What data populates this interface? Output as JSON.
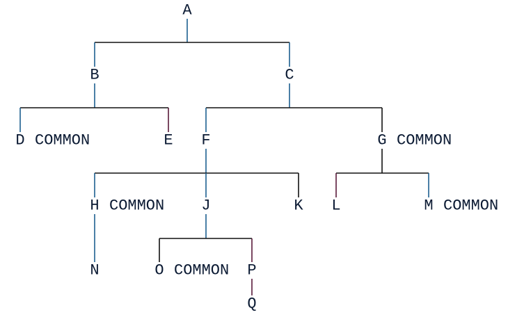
{
  "tree": {
    "nodes": {
      "A": {
        "label": "A"
      },
      "B": {
        "label": "B"
      },
      "C": {
        "label": "C"
      },
      "D": {
        "label": "D",
        "note": "COMMON"
      },
      "E": {
        "label": "E"
      },
      "F": {
        "label": "F"
      },
      "G": {
        "label": "G",
        "note": "COMMON"
      },
      "H": {
        "label": "H",
        "note": "COMMON"
      },
      "J": {
        "label": "J"
      },
      "K": {
        "label": "K"
      },
      "L": {
        "label": "L"
      },
      "M": {
        "label": "M",
        "note": "COMMON"
      },
      "N": {
        "label": "N"
      },
      "O": {
        "label": "O",
        "note": "COMMON"
      },
      "P": {
        "label": "P"
      },
      "Q": {
        "label": "Q"
      }
    },
    "edges": [
      [
        "A",
        "B"
      ],
      [
        "A",
        "C"
      ],
      [
        "B",
        "D"
      ],
      [
        "B",
        "E"
      ],
      [
        "C",
        "F"
      ],
      [
        "C",
        "G"
      ],
      [
        "F",
        "H"
      ],
      [
        "F",
        "J"
      ],
      [
        "F",
        "K"
      ],
      [
        "G",
        "L"
      ],
      [
        "G",
        "M"
      ],
      [
        "H",
        "N"
      ],
      [
        "J",
        "O"
      ],
      [
        "J",
        "P"
      ],
      [
        "P",
        "Q"
      ]
    ],
    "colors": {
      "text": "#0b1a33",
      "line": "#111111",
      "line_accent": "#1d5f8f"
    }
  }
}
